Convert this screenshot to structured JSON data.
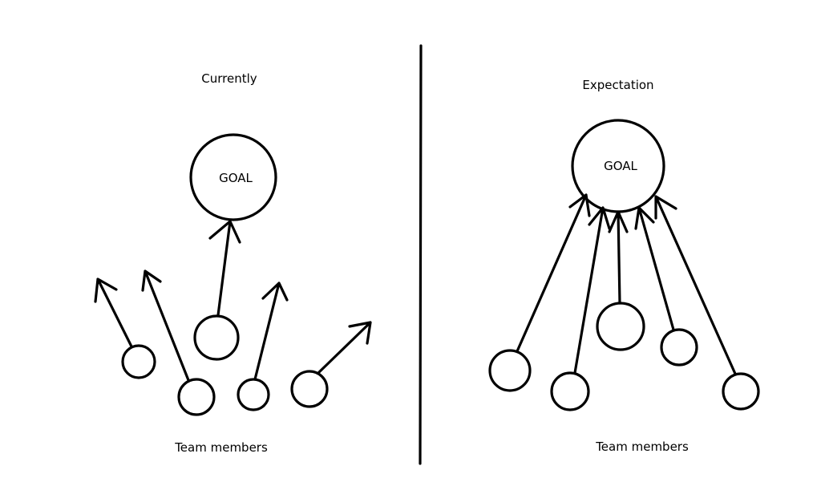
{
  "panels": [
    {
      "id": "currently",
      "title": "Currently",
      "goal_label": "GOAL",
      "footer": "Team members"
    },
    {
      "id": "expectation",
      "title": "Expectation",
      "goal_label": "GOAL",
      "footer": "Team members"
    }
  ],
  "colors": {
    "stroke": "#000000",
    "background": "#ffffff"
  }
}
